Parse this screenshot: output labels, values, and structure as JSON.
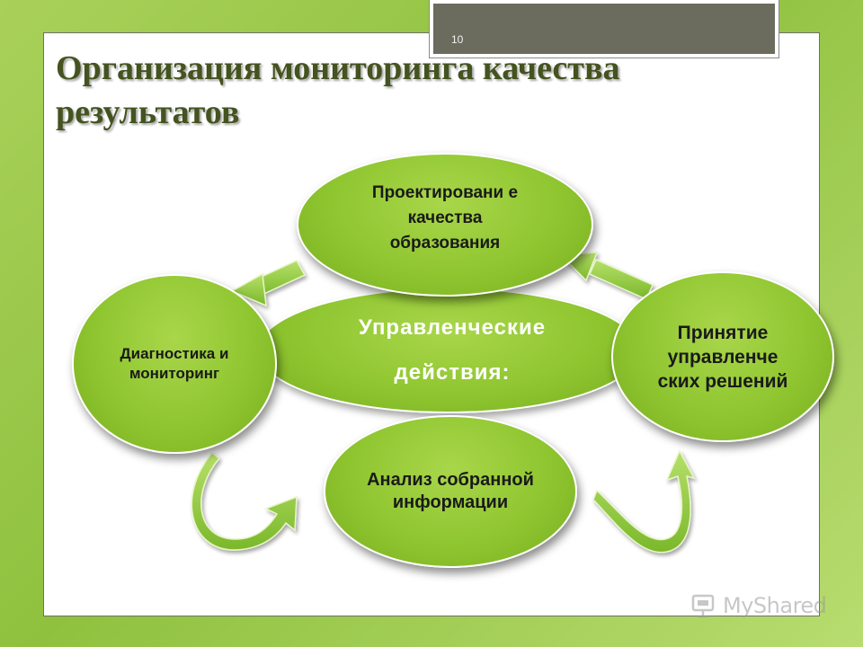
{
  "slide": {
    "number": "10",
    "title": "Организация мониторинга качества результатов"
  },
  "diagram": {
    "center": {
      "line1": "Управленческие",
      "line2": "действия:"
    },
    "nodes": [
      {
        "id": "design",
        "text": "Проектировани е качества образования"
      },
      {
        "id": "diagnostics",
        "text": "Диагностика и мониторинг"
      },
      {
        "id": "analysis",
        "text": "Анализ собранной информации"
      },
      {
        "id": "decisions",
        "text": "Принятие управленче ских решений"
      }
    ]
  },
  "watermark": {
    "text": "MyShared"
  },
  "colors": {
    "background": "#9ccb4a",
    "node_fill": "#8fc630",
    "arrow_fill": "#8cc63f",
    "title_color": "#44531f",
    "number_box": "#6b6b5e"
  }
}
